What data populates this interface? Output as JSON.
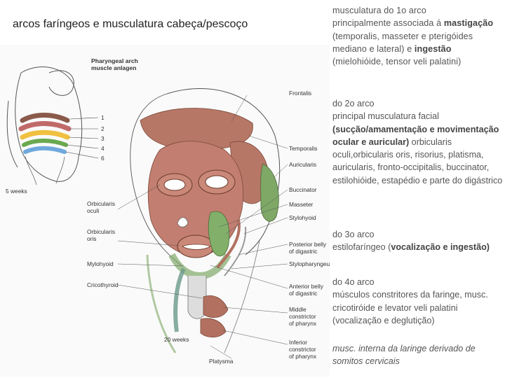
{
  "title": "arcos faríngeos e musculatura cabeça/pescoço",
  "figure": {
    "header_line1": "Pharyngeal arch",
    "header_line2": "muscle anlagen",
    "arch_numbers": [
      "1",
      "2",
      "3",
      "4",
      "6"
    ],
    "age_5": "5 weeks",
    "age_20": "20 weeks",
    "labels_right": [
      [
        "Frontalis"
      ],
      [
        "Temporalis"
      ],
      [
        "Auricularis"
      ],
      [
        "Buccinator"
      ],
      [
        "Masseter"
      ],
      [
        "Stylohyoid"
      ],
      [
        "Posterior belly",
        "of digastric"
      ],
      [
        "Stylopharyngeus"
      ],
      [
        "Anterior belly",
        "of digastric"
      ],
      [
        "Middle",
        "constrictor",
        "of pharynx"
      ],
      [
        "Inferior",
        "constrictor",
        "of pharynx"
      ]
    ],
    "labels_left": [
      [
        "Orbicularis",
        "oculi"
      ],
      [
        "Orbicularis",
        "oris"
      ],
      [
        "Mylohyoid"
      ],
      [
        "Cricothyroid"
      ]
    ],
    "label_platysma": "Platysma",
    "colors": {
      "arch1": "#8a5a4a",
      "arch2": "#c06a6a",
      "arch3": "#f0c040",
      "arch4": "#6aa84f",
      "arch6": "#6fa8dc"
    }
  },
  "blocks": {
    "arco1": {
      "heading": "musculatura do 1o arco",
      "l1": "principalmente associada á",
      "b1": "mastigação",
      "t1": " (temporalis, masseter e pterigóides mediano e lateral) e ",
      "b2": "ingestão",
      "t2": " (mielohióide, tensor veli palatini)"
    },
    "arco2": {
      "heading": "do 2o arco",
      "l1": "principal musculatura facial",
      "b1": "(sucção/amamentação e movimentação ocular e auricular)",
      "t1": " orbicularis oculi,orbicularis oris, risorius, platisma, auricularis, fronto-occipitalis, buccinator, estilohióide, estapédio e parte do digástrico"
    },
    "arco3": {
      "heading": "do 3o arco",
      "t1": "estilofaríngeo (",
      "b1": "vocalização e ingestão)"
    },
    "arco4": {
      "heading": "do 4o arco",
      "t1": "músculos constritores da faringe, musc. cricotiróide e levator veli palatini (vocalização e deglutição)"
    },
    "somitos": "musc. interna da laringe derivado de somitos cervicais"
  }
}
